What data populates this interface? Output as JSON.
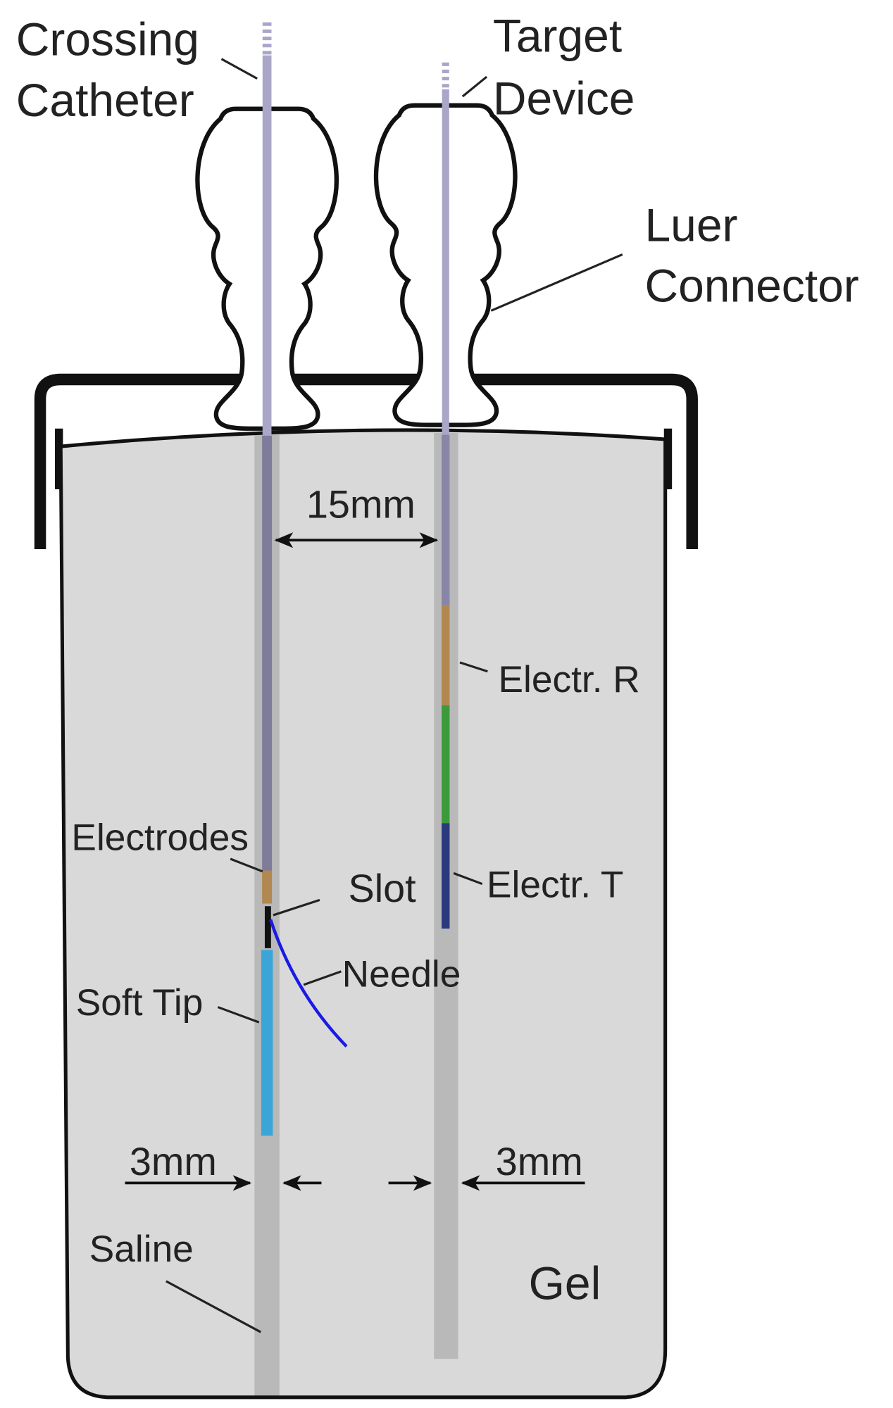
{
  "labels": {
    "crossing_line1": "Crossing",
    "crossing_line2": "Catheter",
    "target_line1": "Target",
    "target_line2": "Device",
    "luer_line1": "Luer",
    "luer_line2": "Connector",
    "distance": "15mm",
    "electr_r": "Electr. R",
    "electrodes": "Electrodes",
    "slot": "Slot",
    "electr_t": "Electr. T",
    "needle": "Needle",
    "soft_tip": "Soft Tip",
    "width_left": "3mm",
    "width_right": "3mm",
    "saline": "Saline",
    "gel": "Gel"
  },
  "colors": {
    "gel": "#d9d9d9",
    "saline_channel": "#b9b9b9",
    "outline": "#111111",
    "connector_fill": "#ffffff",
    "catheter_shaft": "#aaa6c8",
    "catheter_inserted": "#7e7b9b",
    "electrode": "#b08850",
    "slot": "#111111",
    "soft_tip": "#3ca5d8",
    "target_inserted": "#8885a8",
    "electrode_r": "#b08850",
    "electrode_mid": "#3c9a3c",
    "electrode_t": "#2b3a7e",
    "needle": "#1a1ae6"
  }
}
